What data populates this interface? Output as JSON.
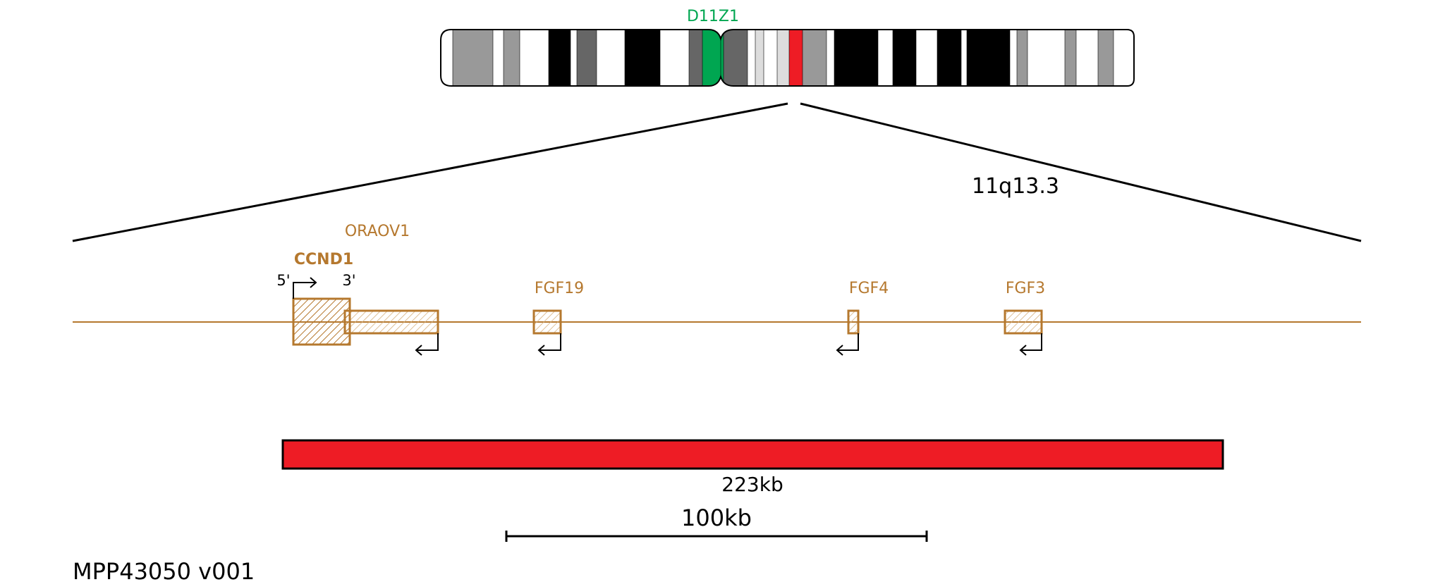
{
  "probe": {
    "centromere_label": "D11Z1",
    "band_label": "11q13.3",
    "size_label": "223kb",
    "scale_label": "100kb",
    "product_code": "MPP43050 v001"
  },
  "genes": [
    {
      "name": "ORAOV1",
      "bold": false
    },
    {
      "name": "CCND1",
      "bold": true
    },
    {
      "name": "FGF19",
      "bold": false
    },
    {
      "name": "FGF4",
      "bold": false
    },
    {
      "name": "FGF3",
      "bold": false
    }
  ],
  "strand_labels": {
    "five_prime": "5'",
    "three_prime": "3'"
  },
  "colors": {
    "gene": "#B5782E",
    "probe": "#EE1C25",
    "centromere": "#00A651",
    "line": "#000000",
    "band_black": "#000000",
    "band_dark": "#666666",
    "band_mid": "#999999",
    "band_light": "#DDDDDD",
    "band_white": "#FFFFFF"
  }
}
